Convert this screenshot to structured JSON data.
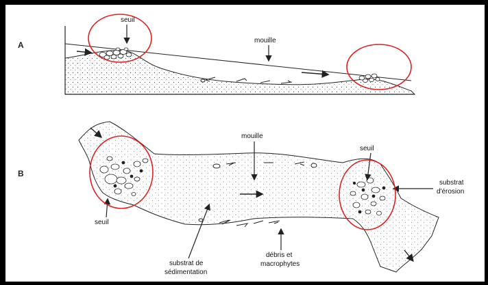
{
  "panels": {
    "a": {
      "letter": "A",
      "labels": {
        "seuil": "seuil",
        "mouille": "mouille"
      }
    },
    "b": {
      "letter": "B",
      "labels": {
        "mouille": "mouille",
        "seuil_right": "seuil",
        "seuil_left": "seuil",
        "substrat_erosion_1": "substrat",
        "substrat_erosion_2": "d'érosion",
        "substrat_sedimentation_1": "substrat de",
        "substrat_sedimentation_2": "sédimentation",
        "debris_1": "débris et",
        "debris_2": "macrophytes"
      }
    }
  },
  "colors": {
    "highlight_circle": "#e02020",
    "ink": "#222222",
    "background": "#ffffff",
    "border": "#000000"
  }
}
